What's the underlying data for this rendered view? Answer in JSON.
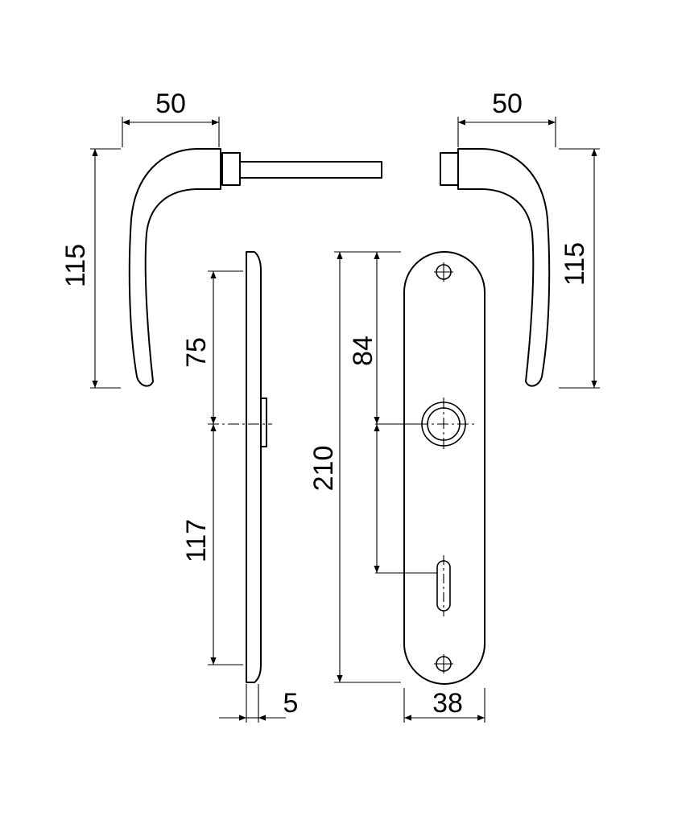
{
  "drawing": {
    "dimensions": {
      "left_handle_width": "50",
      "left_handle_height": "115",
      "right_handle_width": "50",
      "right_handle_height": "115",
      "side_upper": "75",
      "side_lower": "117",
      "plate_thickness": "5",
      "plate_length": "210",
      "handle_to_key": "84",
      "plate_width": "38"
    }
  }
}
